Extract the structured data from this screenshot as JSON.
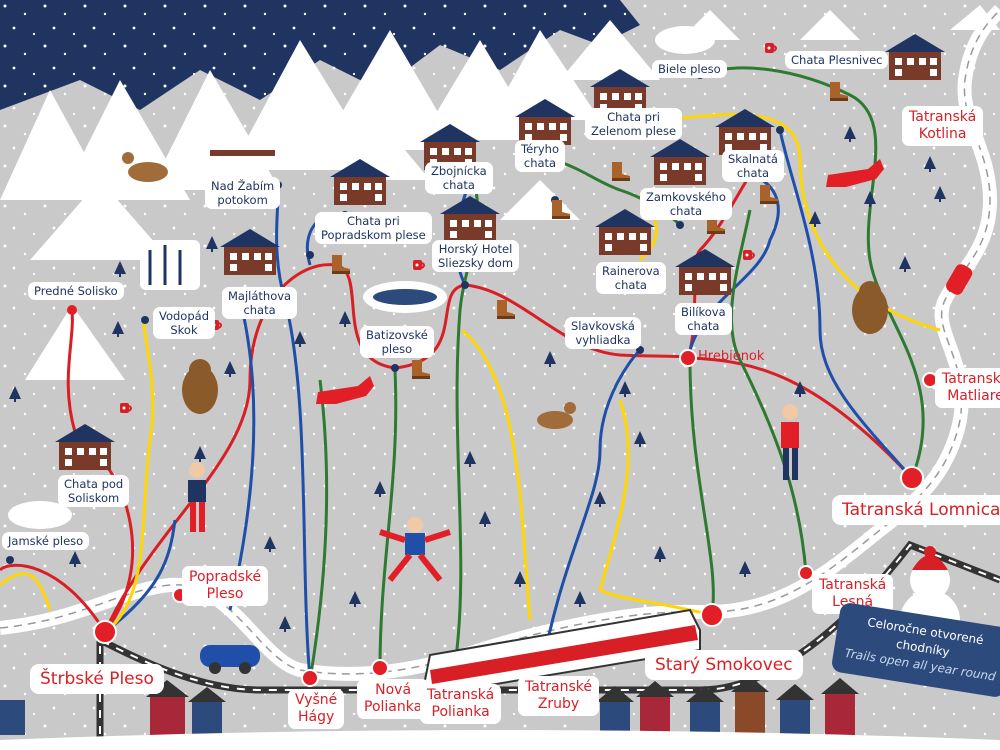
{
  "title": "Vysoké Tatry – map of mountain huts and trails",
  "colors": {
    "background": "#c9c9c9",
    "sky": "#1f3461",
    "trail_red": "#d91f26",
    "trail_blue": "#1f4fa8",
    "trail_green": "#2f7a32",
    "trail_yellow": "#ffd600",
    "road": "#ffffff",
    "rail": "#333333"
  },
  "towns": {
    "strbske_pleso": "Štrbské Pleso",
    "popradske_pleso_stop": "Popradské\nPleso",
    "vysne_hagy": "Vyšné\nHágy",
    "nova_polianka": "Nová\nPolianka",
    "tatranska_polianka": "Tatranská\nPolianka",
    "tatranske_zruby": "Tatranské\nZruby",
    "stary_smokovec": "Starý Smokovec",
    "tatranska_lesna": "Tatranská\nLesná",
    "tatranska_lomnica": "Tatranská Lomnica",
    "tatranske_matliare": "Tatranské\nMatliare",
    "tatranska_kotlina": "Tatranská\nKotlina",
    "hrebienok": "Hrebienok"
  },
  "places": {
    "predne_solisko": "Predné Solisko",
    "chata_pod_soliskom": "Chata pod\nSoliskom",
    "jamske_pleso": "Jamské pleso",
    "vodopad_skok": "Vodopád\nSkok",
    "majlathova_chata": "Majláthova\nchata",
    "nad_zabim_potokom": "Nad Žabím\npotokom",
    "chata_pri_popradskom_plese": "Chata pri\nPopradskom plese",
    "batizovske_pleso": "Batizovské\npleso",
    "zbojnicka_chata": "Zbojnícka\nchata",
    "horsky_hotel": "Horský Hotel\nSliezsky dom",
    "teryho_chata": "Téryho\nchata",
    "chata_pri_zelenom_plese": "Chata pri\nZelenom plese",
    "biele_pleso": "Biele pleso",
    "chata_plesnivec": "Chata Plesnivec",
    "zamkovskeho_chata": "Zamkovského\nchata",
    "skalnata_chata": "Skalnatá\nchata",
    "rainerova_chata": "Rainerova\nchata",
    "bilikova_chata": "Bilíkova\nchata",
    "slavkovska_vyhliadka": "Slavkovská\nvyhliadka"
  },
  "banner": {
    "line1": "Celoročne otvorené chodníky",
    "line2": "Trails open all year round"
  },
  "icons": [
    "mountain-icon",
    "hut-icon",
    "bear-icon",
    "fox-icon",
    "chamois-icon",
    "hiker-icon",
    "boot-icon",
    "mug-icon",
    "tree-icon",
    "train-icon",
    "car-icon",
    "snowman-icon",
    "house-icon"
  ]
}
